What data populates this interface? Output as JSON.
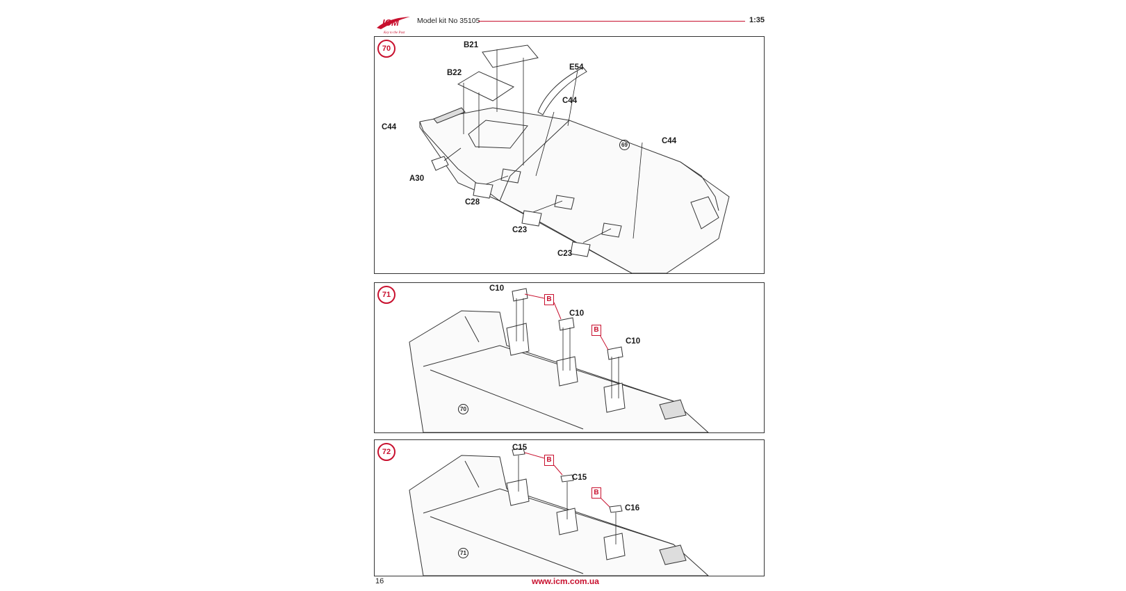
{
  "header": {
    "logo_text": "ICM",
    "logo_tagline": "Key to the Past",
    "model_kit": "Model kit No 35105",
    "scale": "1:35"
  },
  "steps": [
    {
      "number": "70",
      "parts": [
        "B21",
        "B22",
        "E54",
        "C44",
        "C44",
        "C44",
        "A30",
        "C28",
        "C23",
        "C23"
      ],
      "ref": "69"
    },
    {
      "number": "71",
      "parts": [
        "C10",
        "C10",
        "C10"
      ],
      "callouts": [
        "B",
        "B"
      ],
      "ref": "70"
    },
    {
      "number": "72",
      "parts": [
        "C15",
        "C15",
        "C16"
      ],
      "callouts": [
        "B",
        "B"
      ],
      "ref": "71"
    }
  ],
  "footer": {
    "page_number": "16",
    "url": "www.icm.com.ua"
  },
  "colors": {
    "accent": "#c8102e",
    "line": "#333333"
  }
}
